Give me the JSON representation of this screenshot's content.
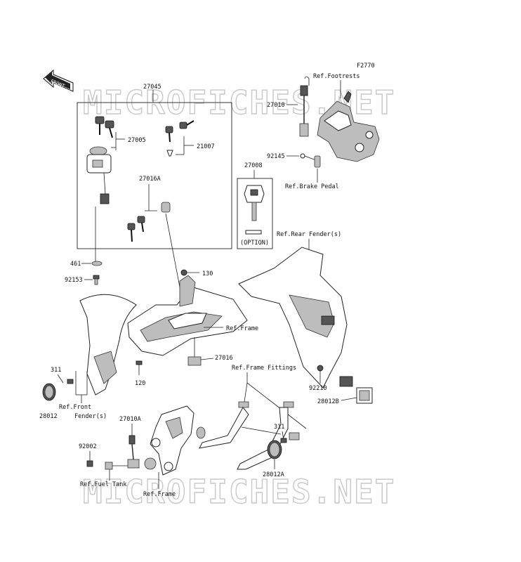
{
  "watermark": "MICROFICHES.NET",
  "figure_code": "F2770",
  "front_arrow": "FRONT",
  "labels": {
    "p27045": "27045",
    "p27005": "27005",
    "p21007": "21007",
    "p27016A": "27016A",
    "p461": "461",
    "p92153": "92153",
    "p130": "130",
    "ref_frame_1": "Ref.Frame",
    "p27016": "27016",
    "p120": "120",
    "p311_left": "311",
    "p28012": "28012",
    "ref_front_fender_1": "Ref.Front",
    "ref_front_fender_2": "Fender(s)",
    "p27010A": "27010A",
    "p92002": "92002",
    "ref_fuel_tank": "Ref.Fuel Tank",
    "ref_frame_2": "Ref.Frame",
    "ref_footrests": "Ref.Footrests",
    "p27010": "27010",
    "p92145": "92145",
    "ref_brake_pedal": "Ref.Brake Pedal",
    "p27008": "27008",
    "option": "(OPTION)",
    "ref_rear_fender": "Ref.Rear Fender(s)",
    "ref_frame_fittings": "Ref.Frame Fittings",
    "p92210": "92210",
    "p28012B": "28012B",
    "p311_right": "311",
    "p28012A": "28012A"
  }
}
